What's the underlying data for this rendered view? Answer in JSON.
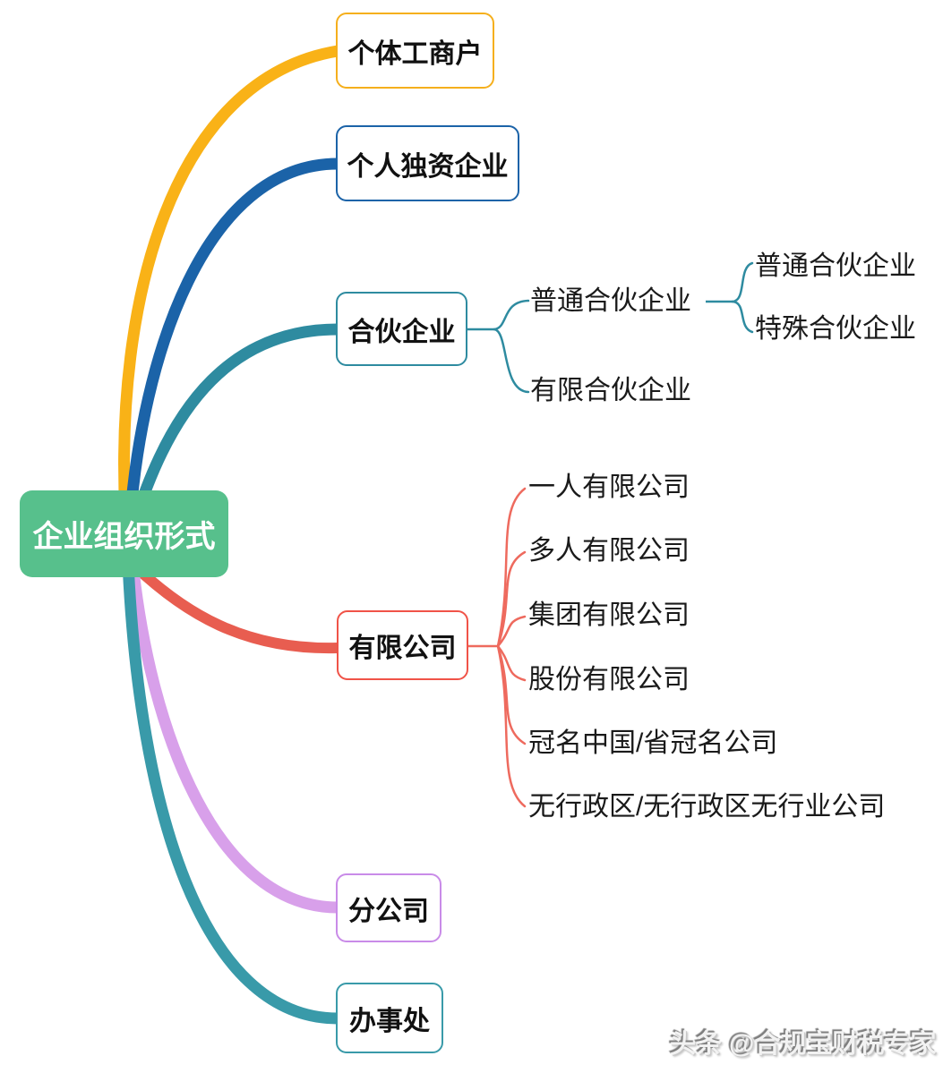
{
  "root": {
    "label": "企业组织形式"
  },
  "branches": [
    {
      "label": "个体工商户",
      "color": "#f5af1c"
    },
    {
      "label": "个人独资企业",
      "color": "#1b63a8"
    },
    {
      "label": "合伙企业",
      "color": "#2e8ba0",
      "children": [
        {
          "label": "普通合伙企业",
          "children": [
            {
              "label": "普通合伙企业"
            },
            {
              "label": "特殊合伙企业"
            }
          ]
        },
        {
          "label": "有限合伙企业"
        }
      ]
    },
    {
      "label": "有限公司",
      "color": "#f05348",
      "children": [
        {
          "label": "一人有限公司"
        },
        {
          "label": "多人有限公司"
        },
        {
          "label": "集团有限公司"
        },
        {
          "label": "股份有限公司"
        },
        {
          "label": "冠名中国/省冠名公司"
        },
        {
          "label": "无行政区/无行政区无行业公司"
        }
      ]
    },
    {
      "label": "分公司",
      "color": "#c98be8"
    },
    {
      "label": "办事处",
      "color": "#399aa9"
    }
  ],
  "colors": {
    "root_fill": "#57c08c",
    "curve_yellow": "#f9b217",
    "curve_blue": "#1b63a8",
    "curve_teal": "#2e8ba0",
    "curve_teal_dark": "#399aa9",
    "curve_red": "#e85d50",
    "curve_red_thin": "#ee6a5e",
    "curve_purple": "#d8a0ea",
    "text_black": "#1a1a1a"
  },
  "watermark": {
    "text": "头条 @合规宝财税专家"
  }
}
